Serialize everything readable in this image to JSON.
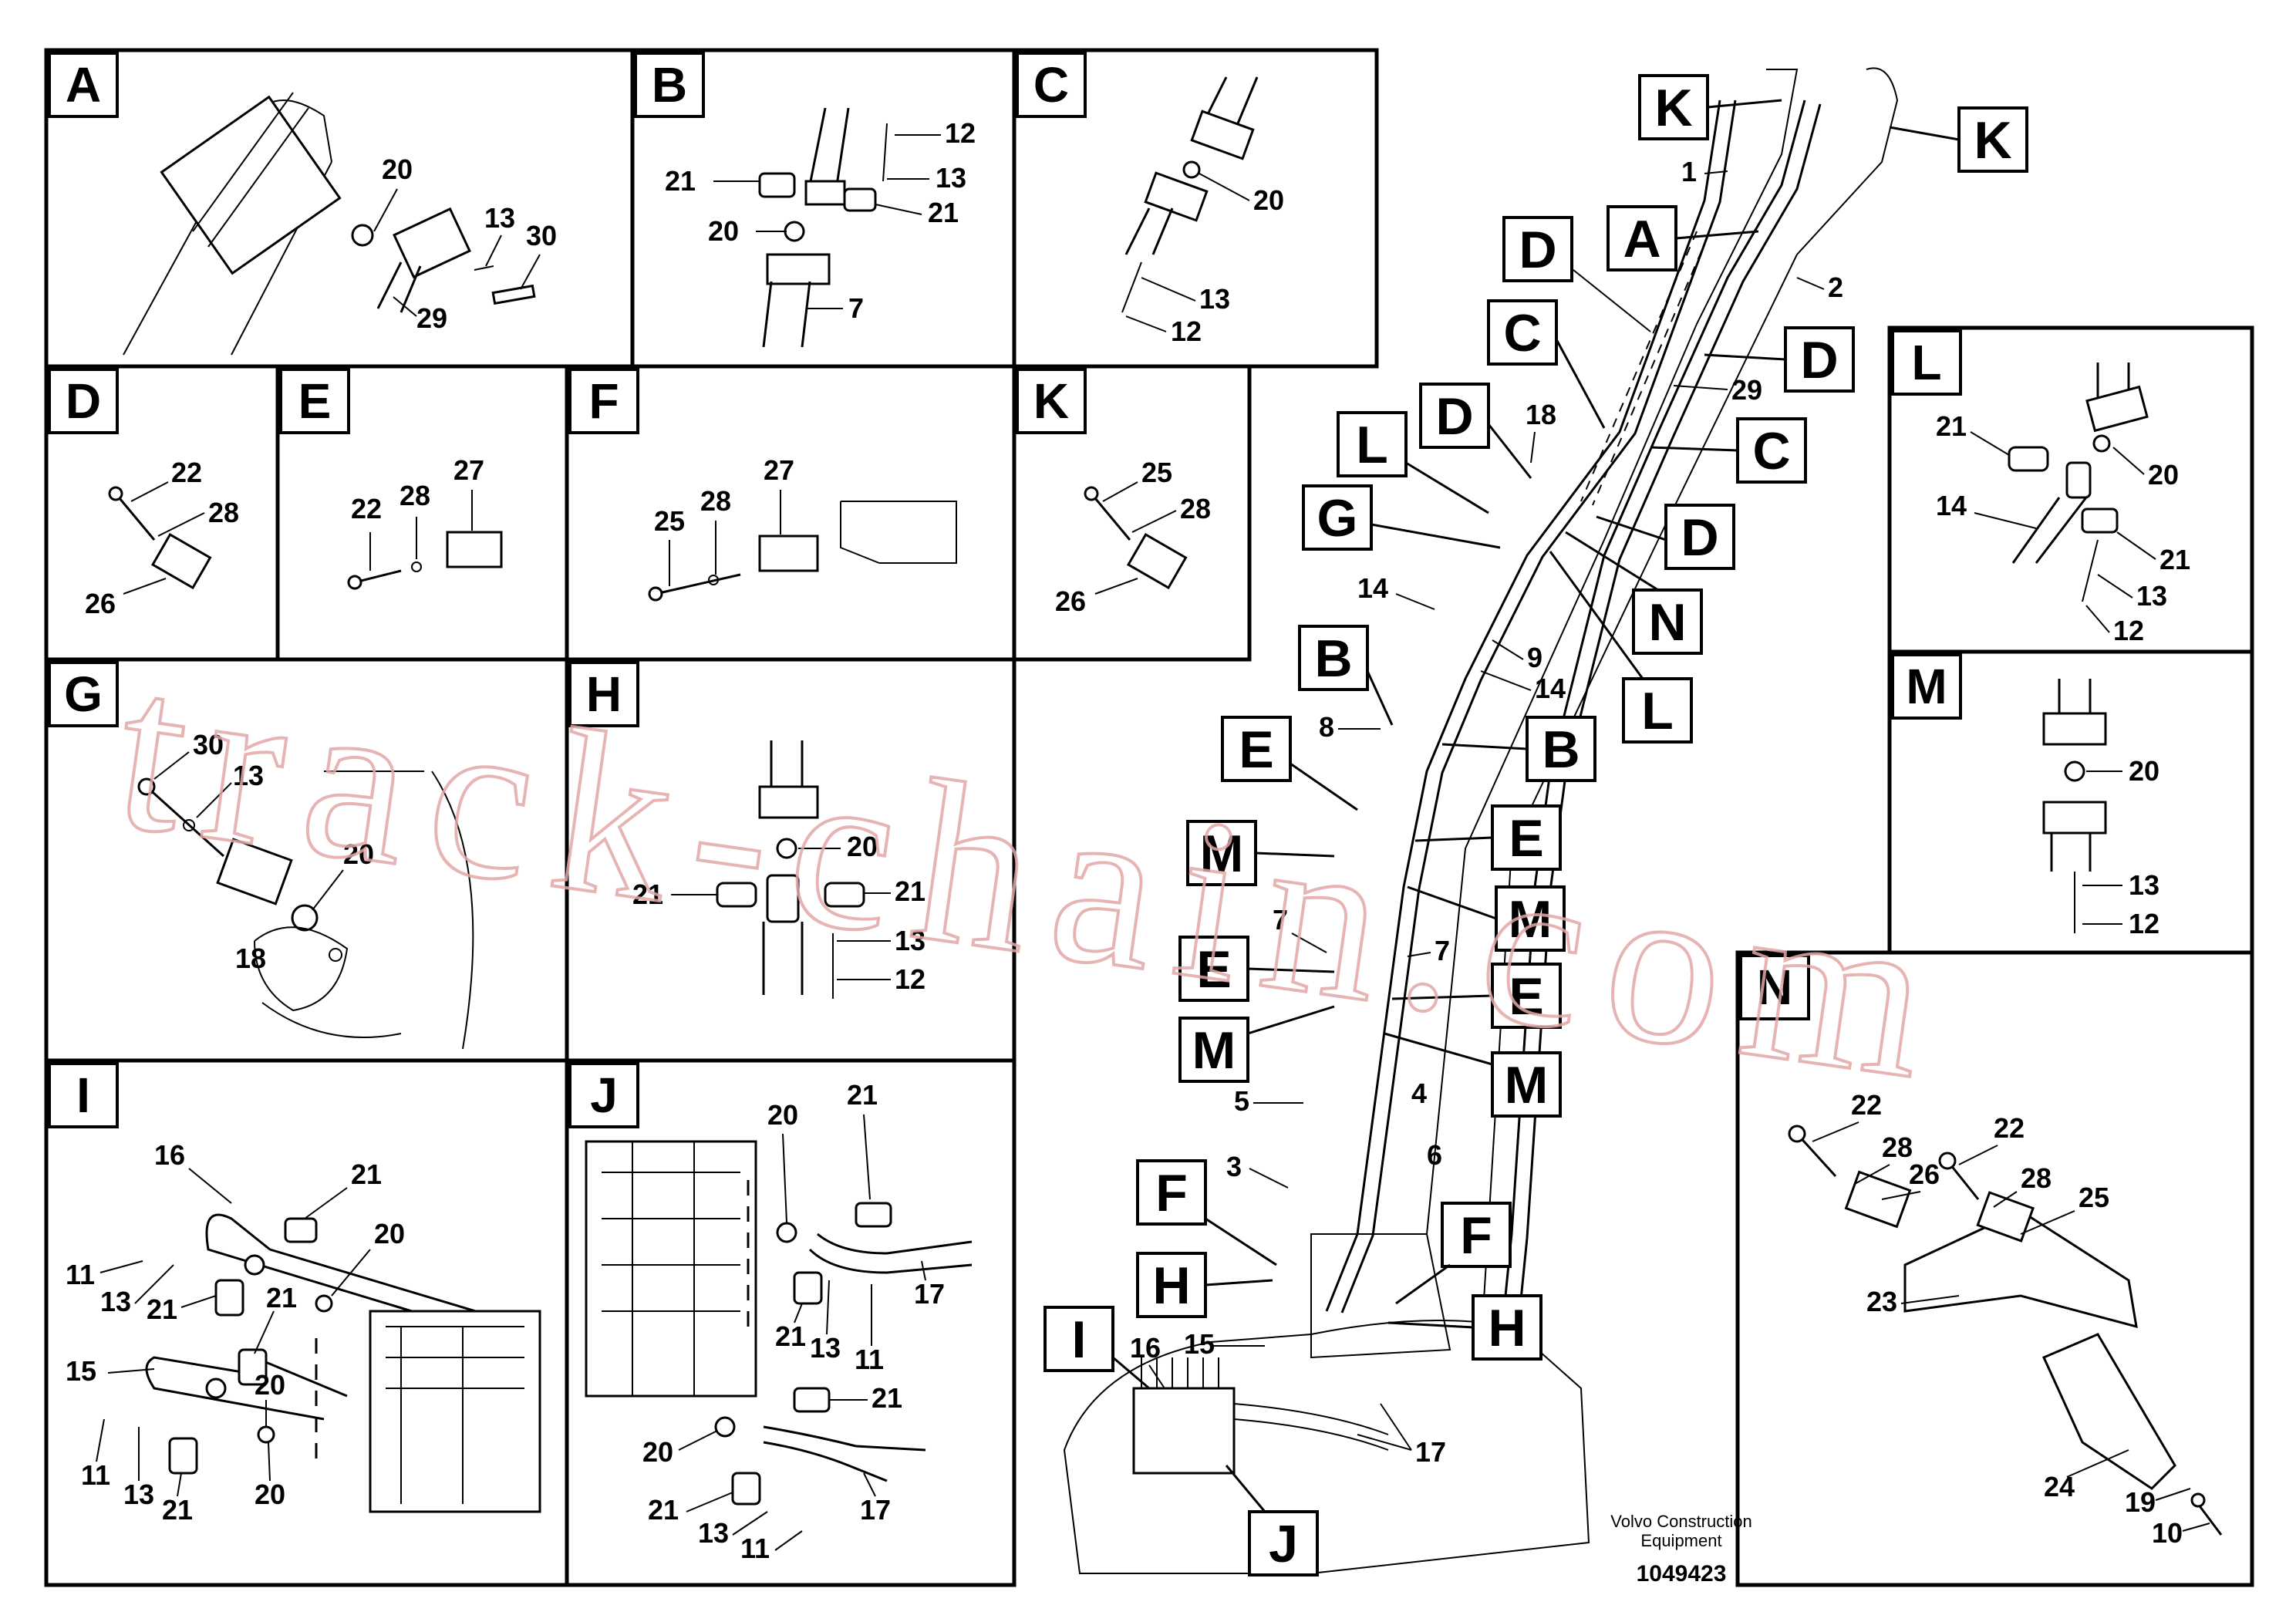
{
  "panels": [
    {
      "letter": "A",
      "labels": [
        "20",
        "13",
        "30",
        "29"
      ]
    },
    {
      "letter": "B",
      "labels": [
        "12",
        "21",
        "13",
        "20",
        "21",
        "7"
      ]
    },
    {
      "letter": "C",
      "labels": [
        "20",
        "13",
        "12"
      ]
    },
    {
      "letter": "D",
      "labels": [
        "22",
        "28",
        "26"
      ]
    },
    {
      "letter": "E",
      "labels": [
        "27",
        "22",
        "28"
      ]
    },
    {
      "letter": "F",
      "labels": [
        "27",
        "25",
        "28"
      ]
    },
    {
      "letter": "K",
      "labels": [
        "25",
        "28",
        "26"
      ]
    },
    {
      "letter": "G",
      "labels": [
        "30",
        "13",
        "20",
        "18"
      ]
    },
    {
      "letter": "H",
      "labels": [
        "20",
        "21",
        "21",
        "13",
        "12"
      ]
    },
    {
      "letter": "I",
      "labels": [
        "16",
        "21",
        "20",
        "11",
        "13",
        "21",
        "21",
        "15",
        "20",
        "11",
        "13",
        "21",
        "20"
      ]
    },
    {
      "letter": "J",
      "labels": [
        "20",
        "21",
        "17",
        "21",
        "13",
        "11",
        "21",
        "20",
        "17",
        "21",
        "13",
        "11"
      ]
    },
    {
      "letter": "L",
      "labels": [
        "21",
        "20",
        "14",
        "21",
        "13",
        "12"
      ]
    },
    {
      "letter": "M",
      "labels": [
        "20",
        "13",
        "12"
      ]
    },
    {
      "letter": "N",
      "labels": [
        "22",
        "28",
        "26",
        "22",
        "28",
        "25",
        "23",
        "24",
        "19",
        "10"
      ]
    }
  ],
  "main_view": {
    "big_labels": [
      "K",
      "K",
      "A",
      "D",
      "D",
      "C",
      "D",
      "C",
      "L",
      "G",
      "D",
      "N",
      "L",
      "B",
      "B",
      "E",
      "E",
      "M",
      "M",
      "E",
      "E",
      "M",
      "M",
      "F",
      "F",
      "H",
      "H",
      "I",
      "J"
    ],
    "numbers": [
      "1",
      "2",
      "29",
      "18",
      "14",
      "9",
      "14",
      "8",
      "7",
      "7",
      "5",
      "4",
      "3",
      "6",
      "16",
      "15",
      "17"
    ]
  },
  "footer": {
    "company_line1": "Volvo Construction",
    "company_line2": "Equipment",
    "drawing_number": "1049423"
  },
  "watermark": "track-chain.com"
}
